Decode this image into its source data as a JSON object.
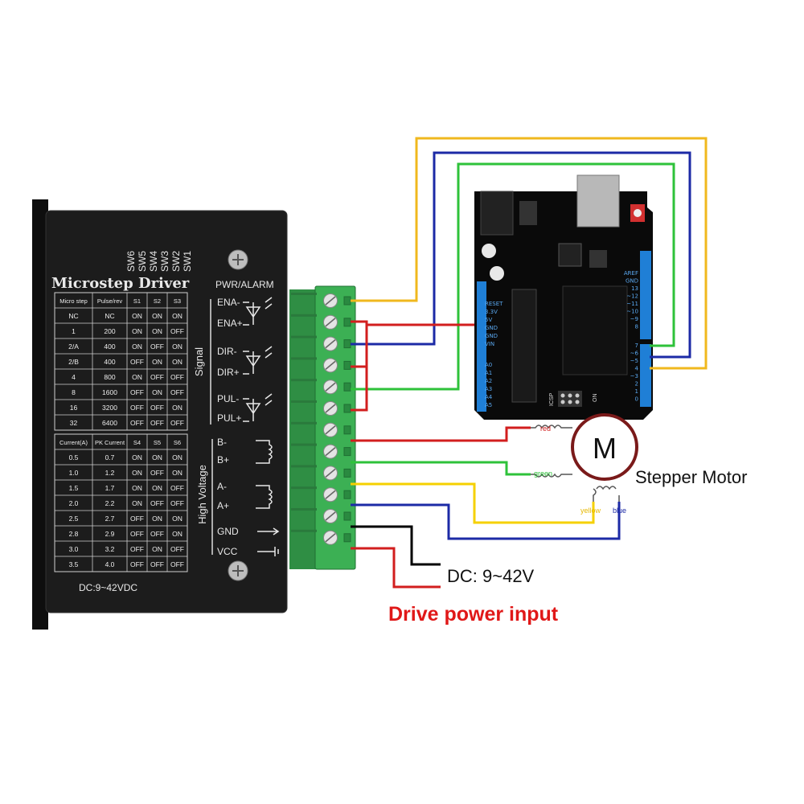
{
  "driver": {
    "title": "Microstep Driver",
    "switch_labels": [
      "SW6",
      "SW5",
      "SW4",
      "SW3",
      "SW2",
      "SW1"
    ],
    "pwr_alarm": "PWR/ALARM",
    "group_signal": "Signal",
    "group_high_voltage": "High Voltage",
    "terminals": [
      "ENA-",
      "ENA+",
      "DIR-",
      "DIR+",
      "PUL-",
      "PUL+",
      "B-",
      "B+",
      "A-",
      "A+",
      "GND",
      "VCC"
    ],
    "dc_range": "DC:9~42VDC",
    "microstep_table": {
      "headers": [
        "Micro step",
        "Pulse/rev",
        "S1",
        "S2",
        "S3"
      ],
      "rows": [
        [
          "NC",
          "NC",
          "ON",
          "ON",
          "ON"
        ],
        [
          "1",
          "200",
          "ON",
          "ON",
          "OFF"
        ],
        [
          "2/A",
          "400",
          "ON",
          "OFF",
          "ON"
        ],
        [
          "2/B",
          "400",
          "OFF",
          "ON",
          "ON"
        ],
        [
          "4",
          "800",
          "ON",
          "OFF",
          "OFF"
        ],
        [
          "8",
          "1600",
          "OFF",
          "ON",
          "OFF"
        ],
        [
          "16",
          "3200",
          "OFF",
          "OFF",
          "ON"
        ],
        [
          "32",
          "6400",
          "OFF",
          "OFF",
          "OFF"
        ]
      ]
    },
    "current_table": {
      "headers": [
        "Current(A)",
        "PK Current",
        "S4",
        "S5",
        "S6"
      ],
      "rows": [
        [
          "0.5",
          "0.7",
          "ON",
          "ON",
          "ON"
        ],
        [
          "1.0",
          "1.2",
          "ON",
          "OFF",
          "ON"
        ],
        [
          "1.5",
          "1.7",
          "ON",
          "ON",
          "OFF"
        ],
        [
          "2.0",
          "2.2",
          "ON",
          "OFF",
          "OFF"
        ],
        [
          "2.5",
          "2.7",
          "OFF",
          "ON",
          "ON"
        ],
        [
          "2.8",
          "2.9",
          "OFF",
          "OFF",
          "ON"
        ],
        [
          "3.0",
          "3.2",
          "OFF",
          "ON",
          "OFF"
        ],
        [
          "3.5",
          "4.0",
          "OFF",
          "OFF",
          "OFF"
        ]
      ]
    }
  },
  "arduino": {
    "left_pins": [
      "RESET",
      "3.3V",
      "5V",
      "GND",
      "GND",
      "VIN"
    ],
    "analog_pins": [
      "A0",
      "A1",
      "A2",
      "A3",
      "A4",
      "A5"
    ],
    "top_right_pins": [
      "AREF",
      "GND",
      "13",
      "~12",
      "~11",
      "~10",
      "~9",
      "8"
    ],
    "bottom_right_pins": [
      "7",
      "~6",
      "~5",
      "4",
      "~3",
      "2",
      "1",
      "0"
    ],
    "icsp": "ICSP",
    "on_label": "ON"
  },
  "motor": {
    "symbol": "M",
    "label": "Stepper Motor",
    "wire_labels": [
      "red",
      "green",
      "yellow",
      "blue"
    ]
  },
  "power": {
    "dc_label": "DC:  9~42V",
    "input_label": "Drive power input"
  },
  "colors": {
    "wire_yellow": "#f0b81e",
    "wire_blue": "#1c2aa6",
    "wire_green": "#2ec23a",
    "wire_red": "#d21e1e",
    "wire_black": "#000000",
    "driver_body": "#1c1c1c",
    "terminal_green": "#3cb054",
    "arduino_board": "#0a0a0a",
    "arduino_header": "#1f7fd6",
    "power_label": "#e01818"
  }
}
